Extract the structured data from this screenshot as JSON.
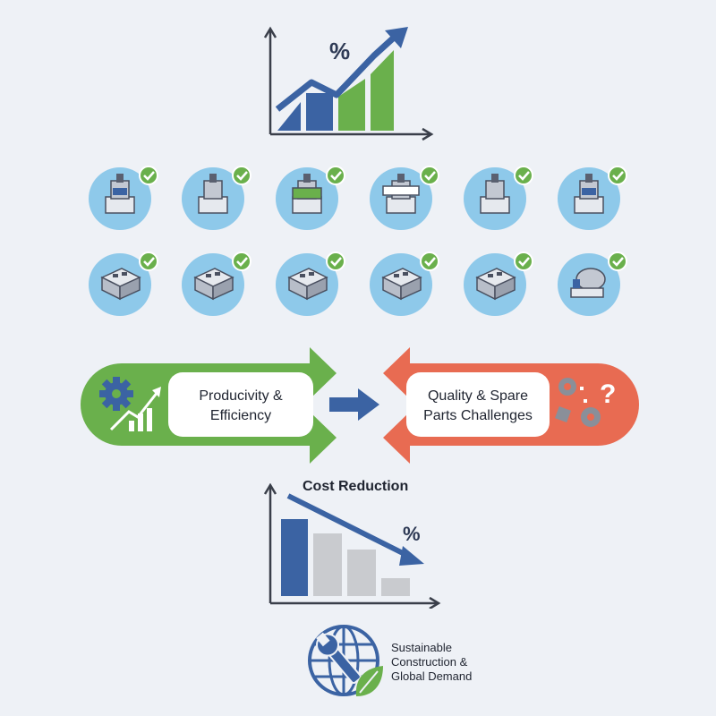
{
  "growth_chart": {
    "symbol": "%",
    "icon": "growth-chart-icon"
  },
  "machines": {
    "row1": [
      {
        "name": "press-icon",
        "checked": true
      },
      {
        "name": "hydraulic-press-icon",
        "checked": true
      },
      {
        "name": "block-machine-icon",
        "checked": true
      },
      {
        "name": "brick-machine-icon",
        "checked": true
      },
      {
        "name": "mould-icon",
        "checked": true
      },
      {
        "name": "compactor-icon",
        "checked": true
      }
    ],
    "row2": [
      {
        "name": "block-mould-icon",
        "checked": true
      },
      {
        "name": "paver-mould-icon",
        "checked": true
      },
      {
        "name": "hollow-block-icon",
        "checked": true
      },
      {
        "name": "brick-stack-icon",
        "checked": true
      },
      {
        "name": "block-stack-icon",
        "checked": true
      },
      {
        "name": "concrete-mixer-icon",
        "checked": true
      }
    ]
  },
  "productivity": {
    "line1": "Producivity &",
    "line2": "Efficiency"
  },
  "quality": {
    "line1": "Quality & Spare",
    "line2": "Parts Challenges"
  },
  "cost_chart": {
    "title": "Cost Reduction",
    "symbol": "%"
  },
  "sustainable": {
    "line1": "Sustainable",
    "line2": "Construction &",
    "line3": "Global Demand"
  },
  "colors": {
    "blue": "#3b63a3",
    "green": "#6ab04c",
    "red": "#e86b52",
    "circle": "#8ec9ea",
    "gray": "#c9cbcf"
  }
}
